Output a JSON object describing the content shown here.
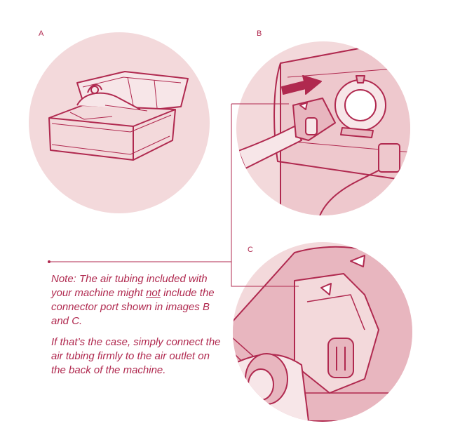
{
  "colors": {
    "circle_fill": "#f3d9db",
    "line_color": "#b0294f",
    "part_fill": "#e8b6bf",
    "part_light": "#f7e6e8",
    "text_color": "#b0294f"
  },
  "panels": [
    {
      "label": "A",
      "icon": "carry-bag"
    },
    {
      "label": "B",
      "icon": "machine-air-outlet"
    },
    {
      "label": "C",
      "icon": "connector-closeup"
    }
  ],
  "note": {
    "p1_before": "Note: The air tubing included with your machine might ",
    "p1_emph": "not",
    "p1_after": " include the connector port shown in images B and C.",
    "p2": "If that’s the case, simply connect the air tubing firmly to the air outlet on the back of the machine."
  }
}
